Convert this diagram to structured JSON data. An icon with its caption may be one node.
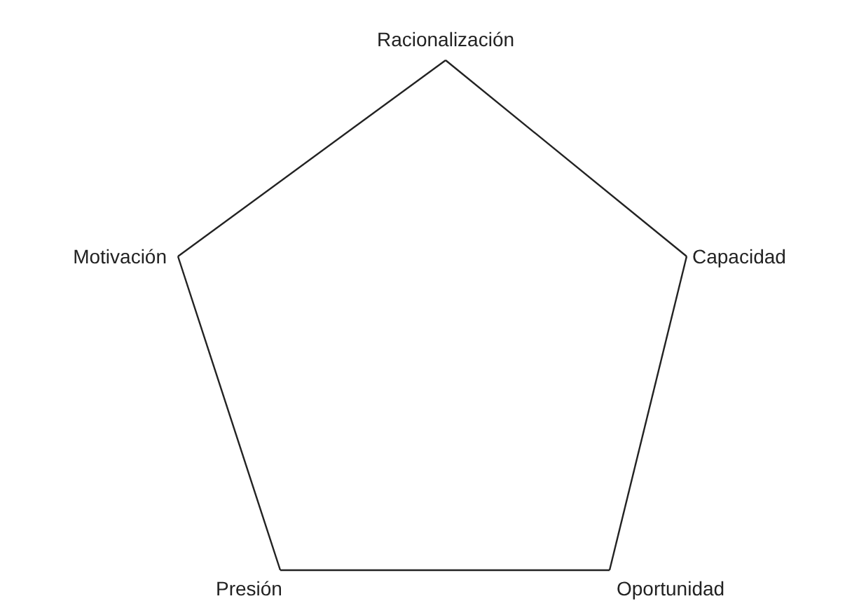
{
  "diagram": {
    "nodes": [
      {
        "text": [
          "Racionalización"
        ]
      },
      {
        "text": [
          "Motivación"
        ]
      },
      {
        "text": [
          "Capacidad"
        ]
      },
      {
        "text": [
          "Presión"
        ]
      },
      {
        "text": [
          "Oportunidad"
        ]
      }
    ],
    "edges": [
      {
        "from": 0,
        "to": 2,
        "arrow": "none"
      },
      {
        "from": 2,
        "to": 4,
        "arrow": "none"
      },
      {
        "from": 4,
        "to": 3,
        "arrow": "none"
      },
      {
        "from": 3,
        "to": 1,
        "arrow": "none"
      },
      {
        "from": 1,
        "to": 0,
        "arrow": "none"
      }
    ]
  }
}
